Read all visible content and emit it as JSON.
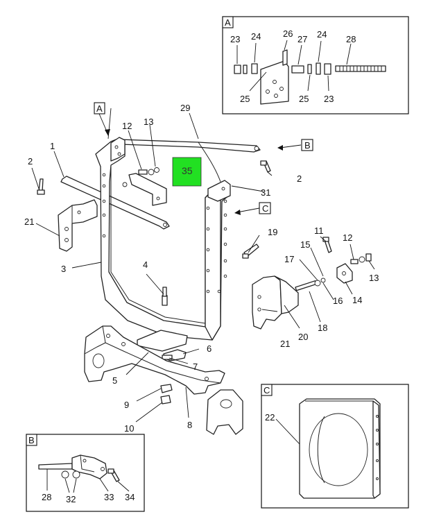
{
  "diagram": {
    "highlight": {
      "label": "35",
      "color": "#22e022"
    },
    "detail_tags": {
      "a": "A",
      "b": "B",
      "c": "C"
    },
    "callouts": {
      "c1": "1",
      "c2a": "2",
      "c2b": "2",
      "c3": "3",
      "c4": "4",
      "c5": "5",
      "c6": "6",
      "c7": "7",
      "c8": "8",
      "c9": "9",
      "c10": "10",
      "c11": "11",
      "c12a": "12",
      "c12b": "12",
      "c13a": "13",
      "c13b": "13",
      "c14": "14",
      "c15": "15",
      "c16": "16",
      "c17": "17",
      "c18": "18",
      "c19": "19",
      "c20": "20",
      "c21a": "21",
      "c21b": "21",
      "c22": "22",
      "c23a": "23",
      "c23b": "23",
      "c24a": "24",
      "c24b": "24",
      "c25a": "25",
      "c25b": "25",
      "c26": "26",
      "c27": "27",
      "c28a": "28",
      "c28b": "28",
      "c29": "29",
      "c31": "31",
      "c32": "32",
      "c33": "33",
      "c34": "34"
    }
  }
}
